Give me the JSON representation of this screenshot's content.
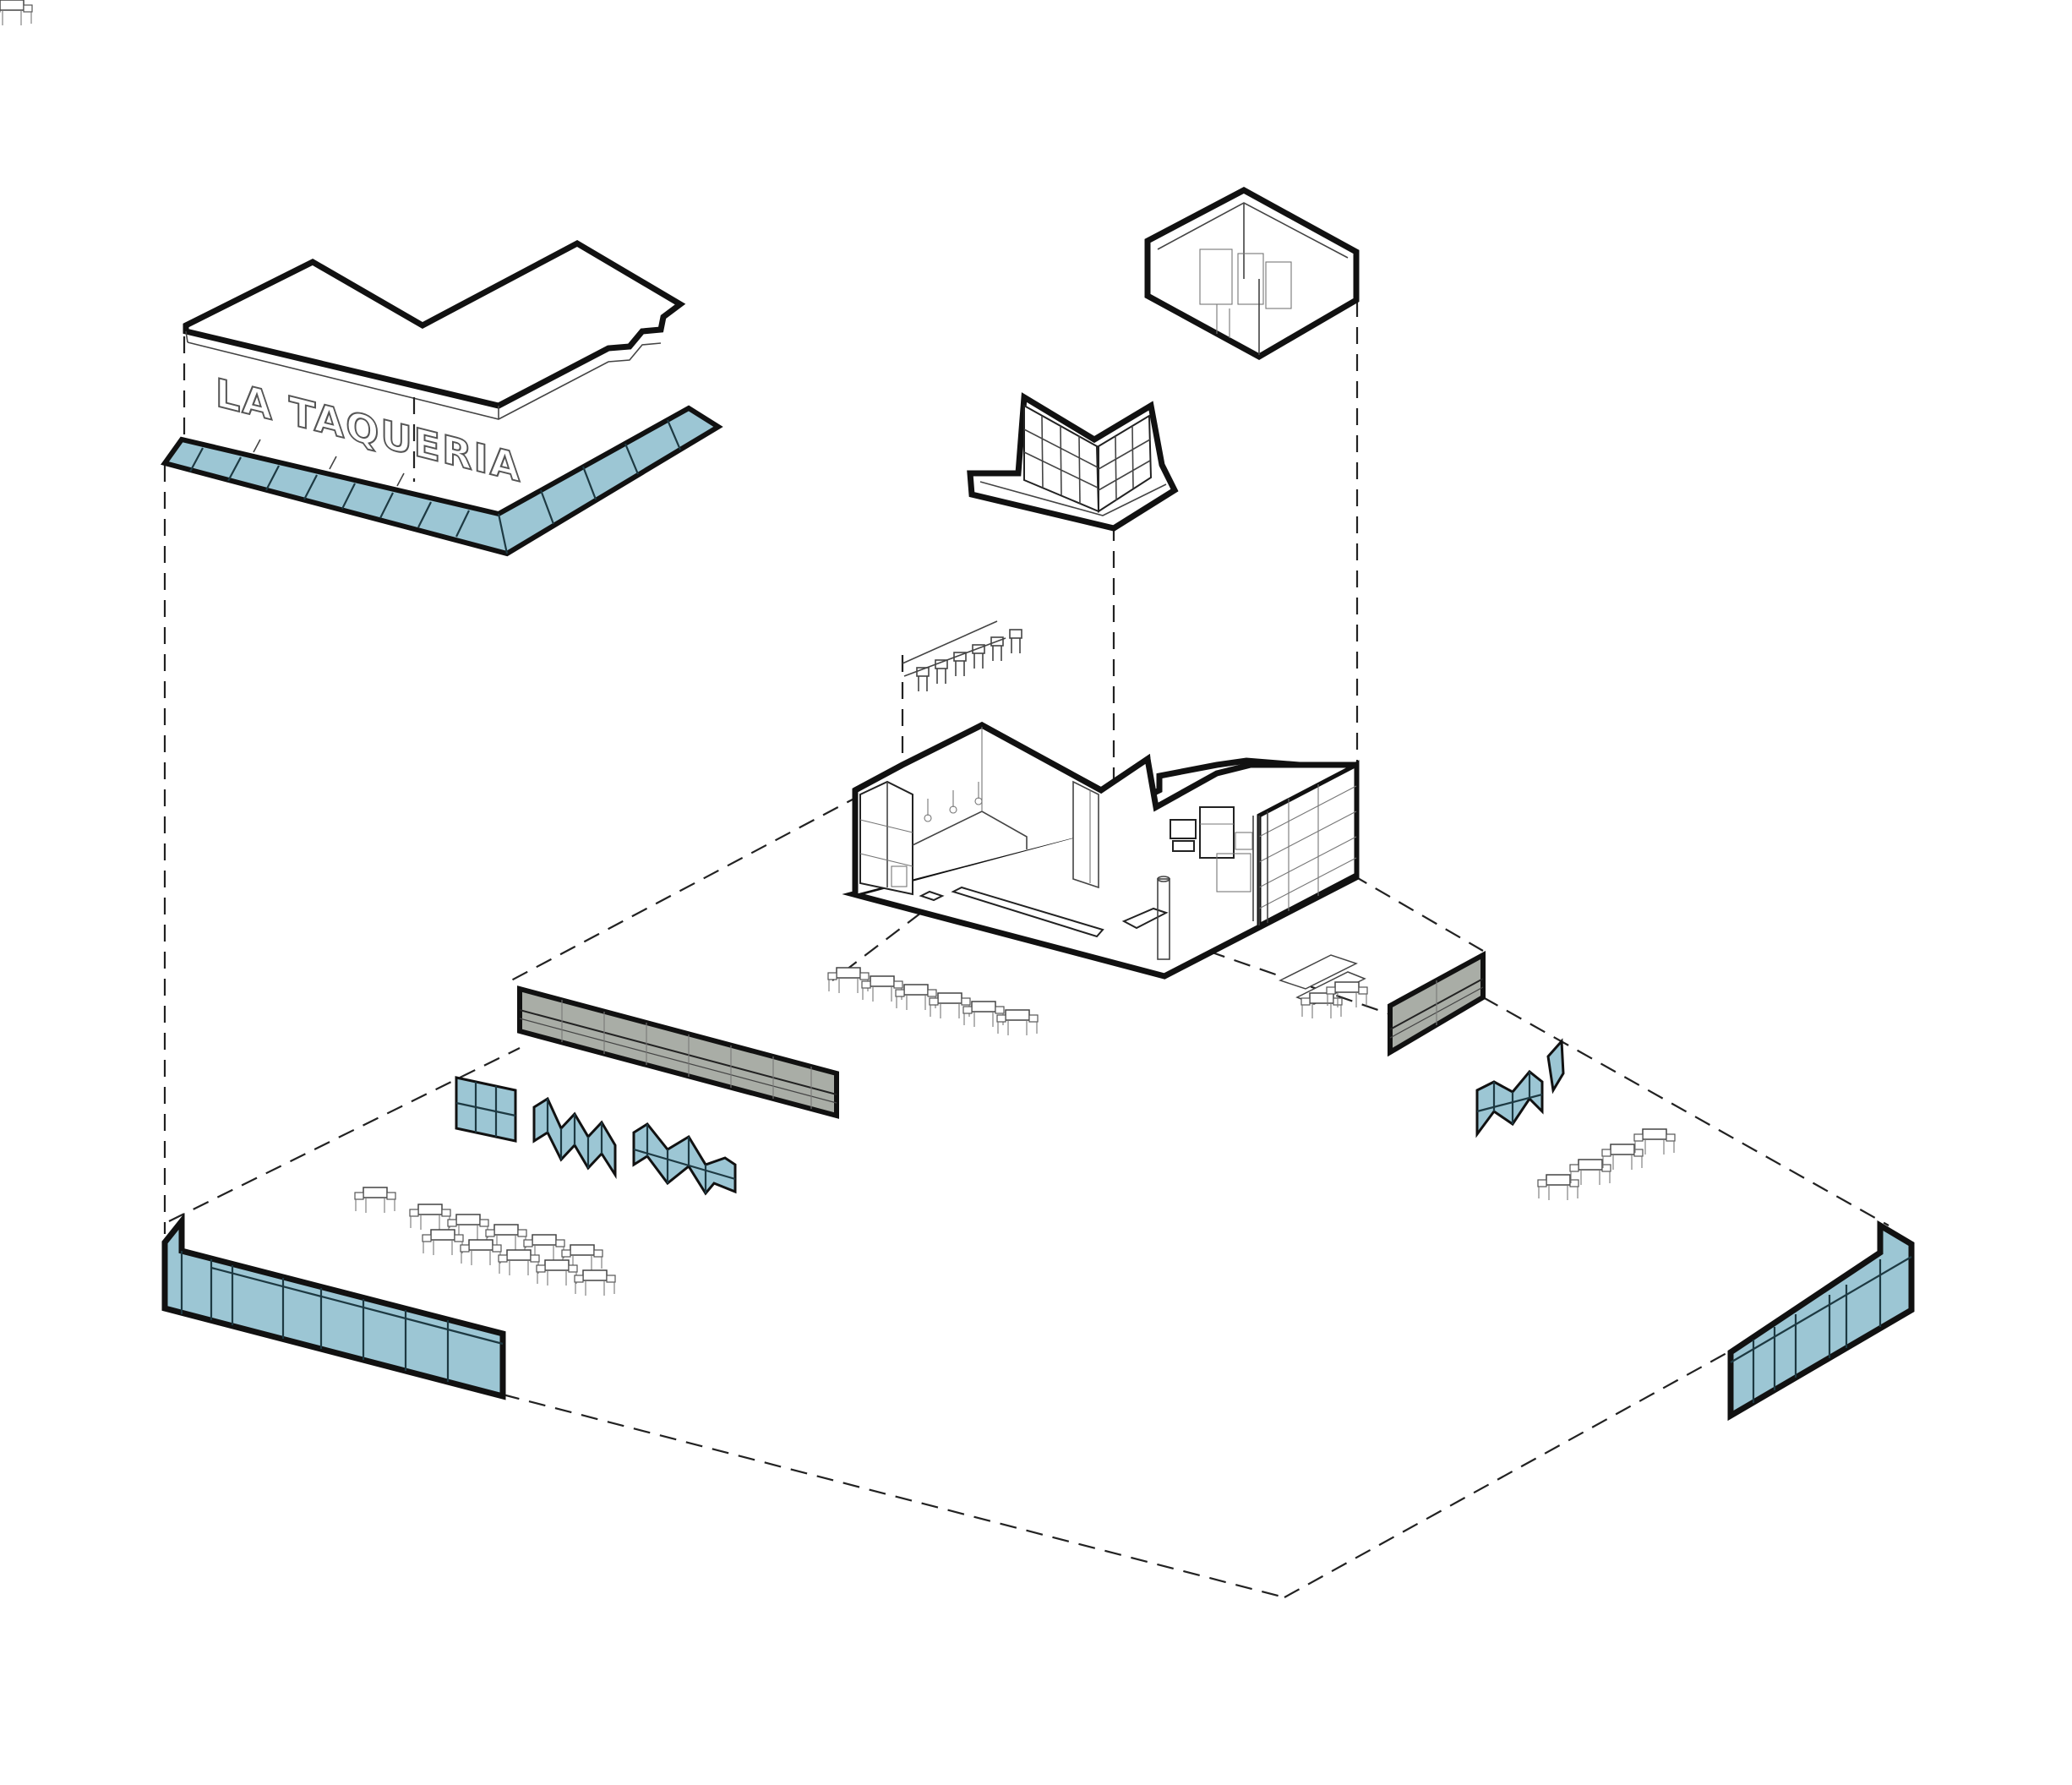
{
  "signage": {
    "text": "LA TAQUERIA"
  },
  "colors": {
    "glass": "#9cc6d4",
    "panel_grey": "#a9ada6",
    "outline": "#111111",
    "background": "#ffffff"
  },
  "components": [
    "roof-canopy-with-signage",
    "upper-storefront-glazing",
    "upper-back-box",
    "hanging-bar-stools",
    "core-kitchen-interior",
    "left-bench-wall",
    "right-bench-wall",
    "left-folding-doors",
    "right-folding-doors",
    "dining-tables",
    "front-glazing-left",
    "front-glazing-right"
  ]
}
